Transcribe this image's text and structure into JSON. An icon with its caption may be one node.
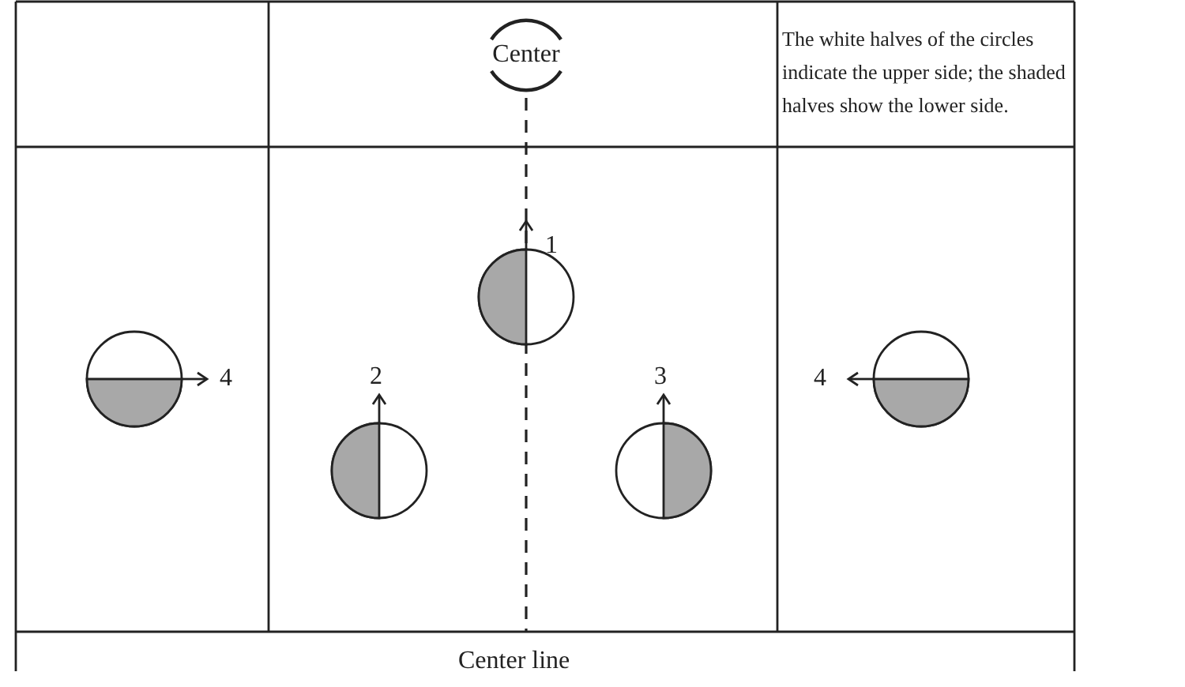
{
  "diagram": {
    "nodes": [
      {
        "text": [
          "Center"
        ]
      }
    ],
    "edges": [],
    "labels": [
      "The white halves of the circles indicate the upper side; the shaded halves show the lower side.",
      "1",
      "4",
      "2",
      "3",
      "4",
      "Center line"
    ]
  }
}
